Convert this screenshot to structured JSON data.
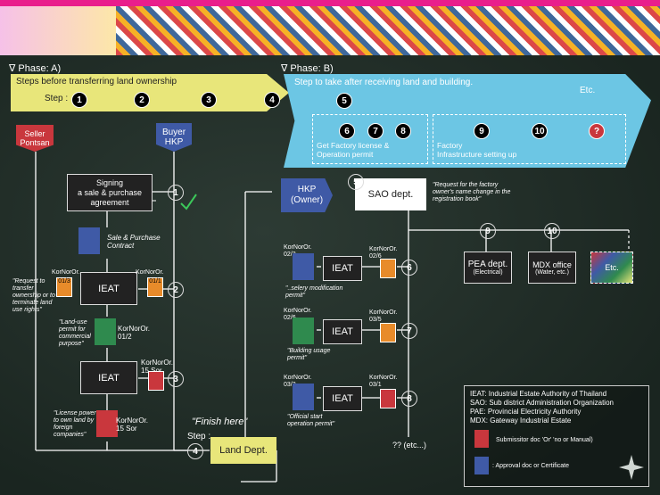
{
  "phaseA": {
    "title": "∇ Phase: A)",
    "banner": "Steps before transferring land ownership",
    "step_label": "Step :",
    "steps": [
      "1",
      "2",
      "3",
      "4"
    ]
  },
  "phaseB": {
    "title": "∇ Phase: B)",
    "banner": "Step to take after receiving land and building.",
    "step5": "5",
    "etc": "Etc.",
    "group1_steps": [
      "6",
      "7",
      "8"
    ],
    "group1_label": "Get Factory license &\nOperation permit",
    "group2_steps": [
      "9",
      "10",
      "?"
    ],
    "group2_label": "Factory\nInfrastructure setting up"
  },
  "seller": "Seller\nPontsan",
  "buyer": "Buyer\nHKP",
  "signing": "Signing\na sale & purchase\nagreement",
  "contract": "Sale & Purchase\nContract",
  "ieat": "IEAT",
  "korA": "KorNorOr.",
  "korA_no": "01/3",
  "korB_no": "01/1",
  "korC": "KorNorOr.\n01/2",
  "korD": "KorNorOr.\n15 Sor",
  "korE": "KorNorOr.\n15 Sor",
  "note_request": "\"Request to transfer ownership or to terminate land use rights\"",
  "note_landuse": "\"Land-use permit for commercial purpose\"",
  "note_license": "\"License power to own land by foreign companies\"",
  "finish": "\"Finish here\"",
  "step4_label": "Step :",
  "land_dept": "Land  Dept.",
  "hkp_owner": "HKP\n(Owner)",
  "sao": "SAO dept.",
  "note_sao": "\"Request for the factory owner's name change in the registration book\"",
  "r6": {
    "left": "KorNorOr.\n02/2",
    "right": "KorNorOr.\n02/6",
    "note": "\"..selery modification permit\"",
    "num": "6"
  },
  "r7": {
    "left": "KorNorOr.\n02/6",
    "right": "KorNorOr.\n03/5",
    "note": "\"Building usage permit\"",
    "num": "7"
  },
  "r8": {
    "left": "KorNorOr.\n03/2",
    "right": "KorNorOr.\n03/1",
    "note": "\"Official start operation permit\"",
    "num": "8"
  },
  "pea": "PEA dept.",
  "pea_sub": "(Electrical)",
  "mdx": "MDX office",
  "mdx_sub": "(Water, etc.)",
  "etc2": "Etc.",
  "n9": "9",
  "n10": "10",
  "etcq": "?? (etc...)",
  "legend": [
    "IEAT: Industrial Estate Authority of Thailand",
    "SAO: Sub district Administration Organization",
    "PAE: Provincial Electricity Authority",
    "MDX: Gateway Industrial Estate"
  ],
  "legend_red": "Submissitor doc 'Or' 'no or Manual)",
  "legend_blue": ": Approval doc or Certificate",
  "colors": {
    "yellow": "#e8e67a",
    "blue": "#6cc6e4",
    "red": "#c9373d",
    "navy": "#3f5aa6",
    "orange": "#e88b2a",
    "green": "#2f8a4e"
  }
}
